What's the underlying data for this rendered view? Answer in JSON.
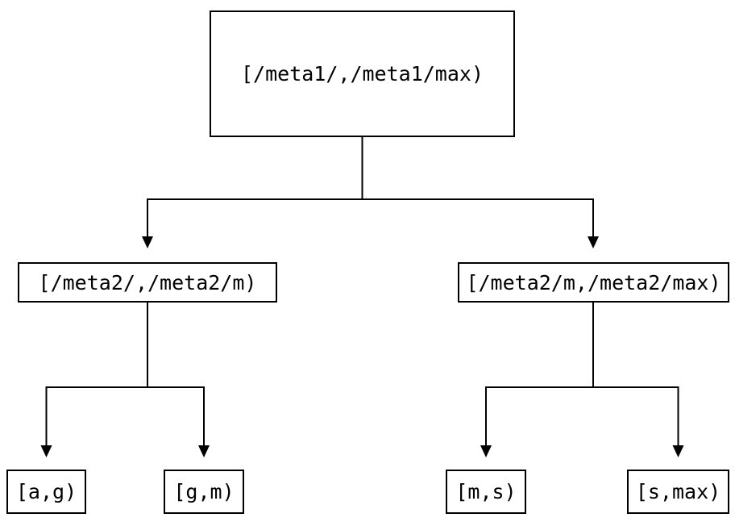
{
  "diagram": {
    "type": "tree",
    "root": {
      "label": "[/meta1/,/meta1/max)"
    },
    "level2": [
      {
        "label": "[/meta2/,/meta2/m)"
      },
      {
        "label": "[/meta2/m,/meta2/max)"
      }
    ],
    "leaves": [
      {
        "label": "[a,g)"
      },
      {
        "label": "[g,m)"
      },
      {
        "label": "[m,s)"
      },
      {
        "label": "[s,max)"
      }
    ],
    "edges": [
      {
        "from": "root",
        "to": "level2.0"
      },
      {
        "from": "root",
        "to": "level2.1"
      },
      {
        "from": "level2.0",
        "to": "leaves.0"
      },
      {
        "from": "level2.0",
        "to": "leaves.1"
      },
      {
        "from": "level2.1",
        "to": "leaves.2"
      },
      {
        "from": "level2.1",
        "to": "leaves.3"
      }
    ],
    "colors": {
      "line": "#000000",
      "text": "#000000",
      "background": "#ffffff"
    }
  }
}
